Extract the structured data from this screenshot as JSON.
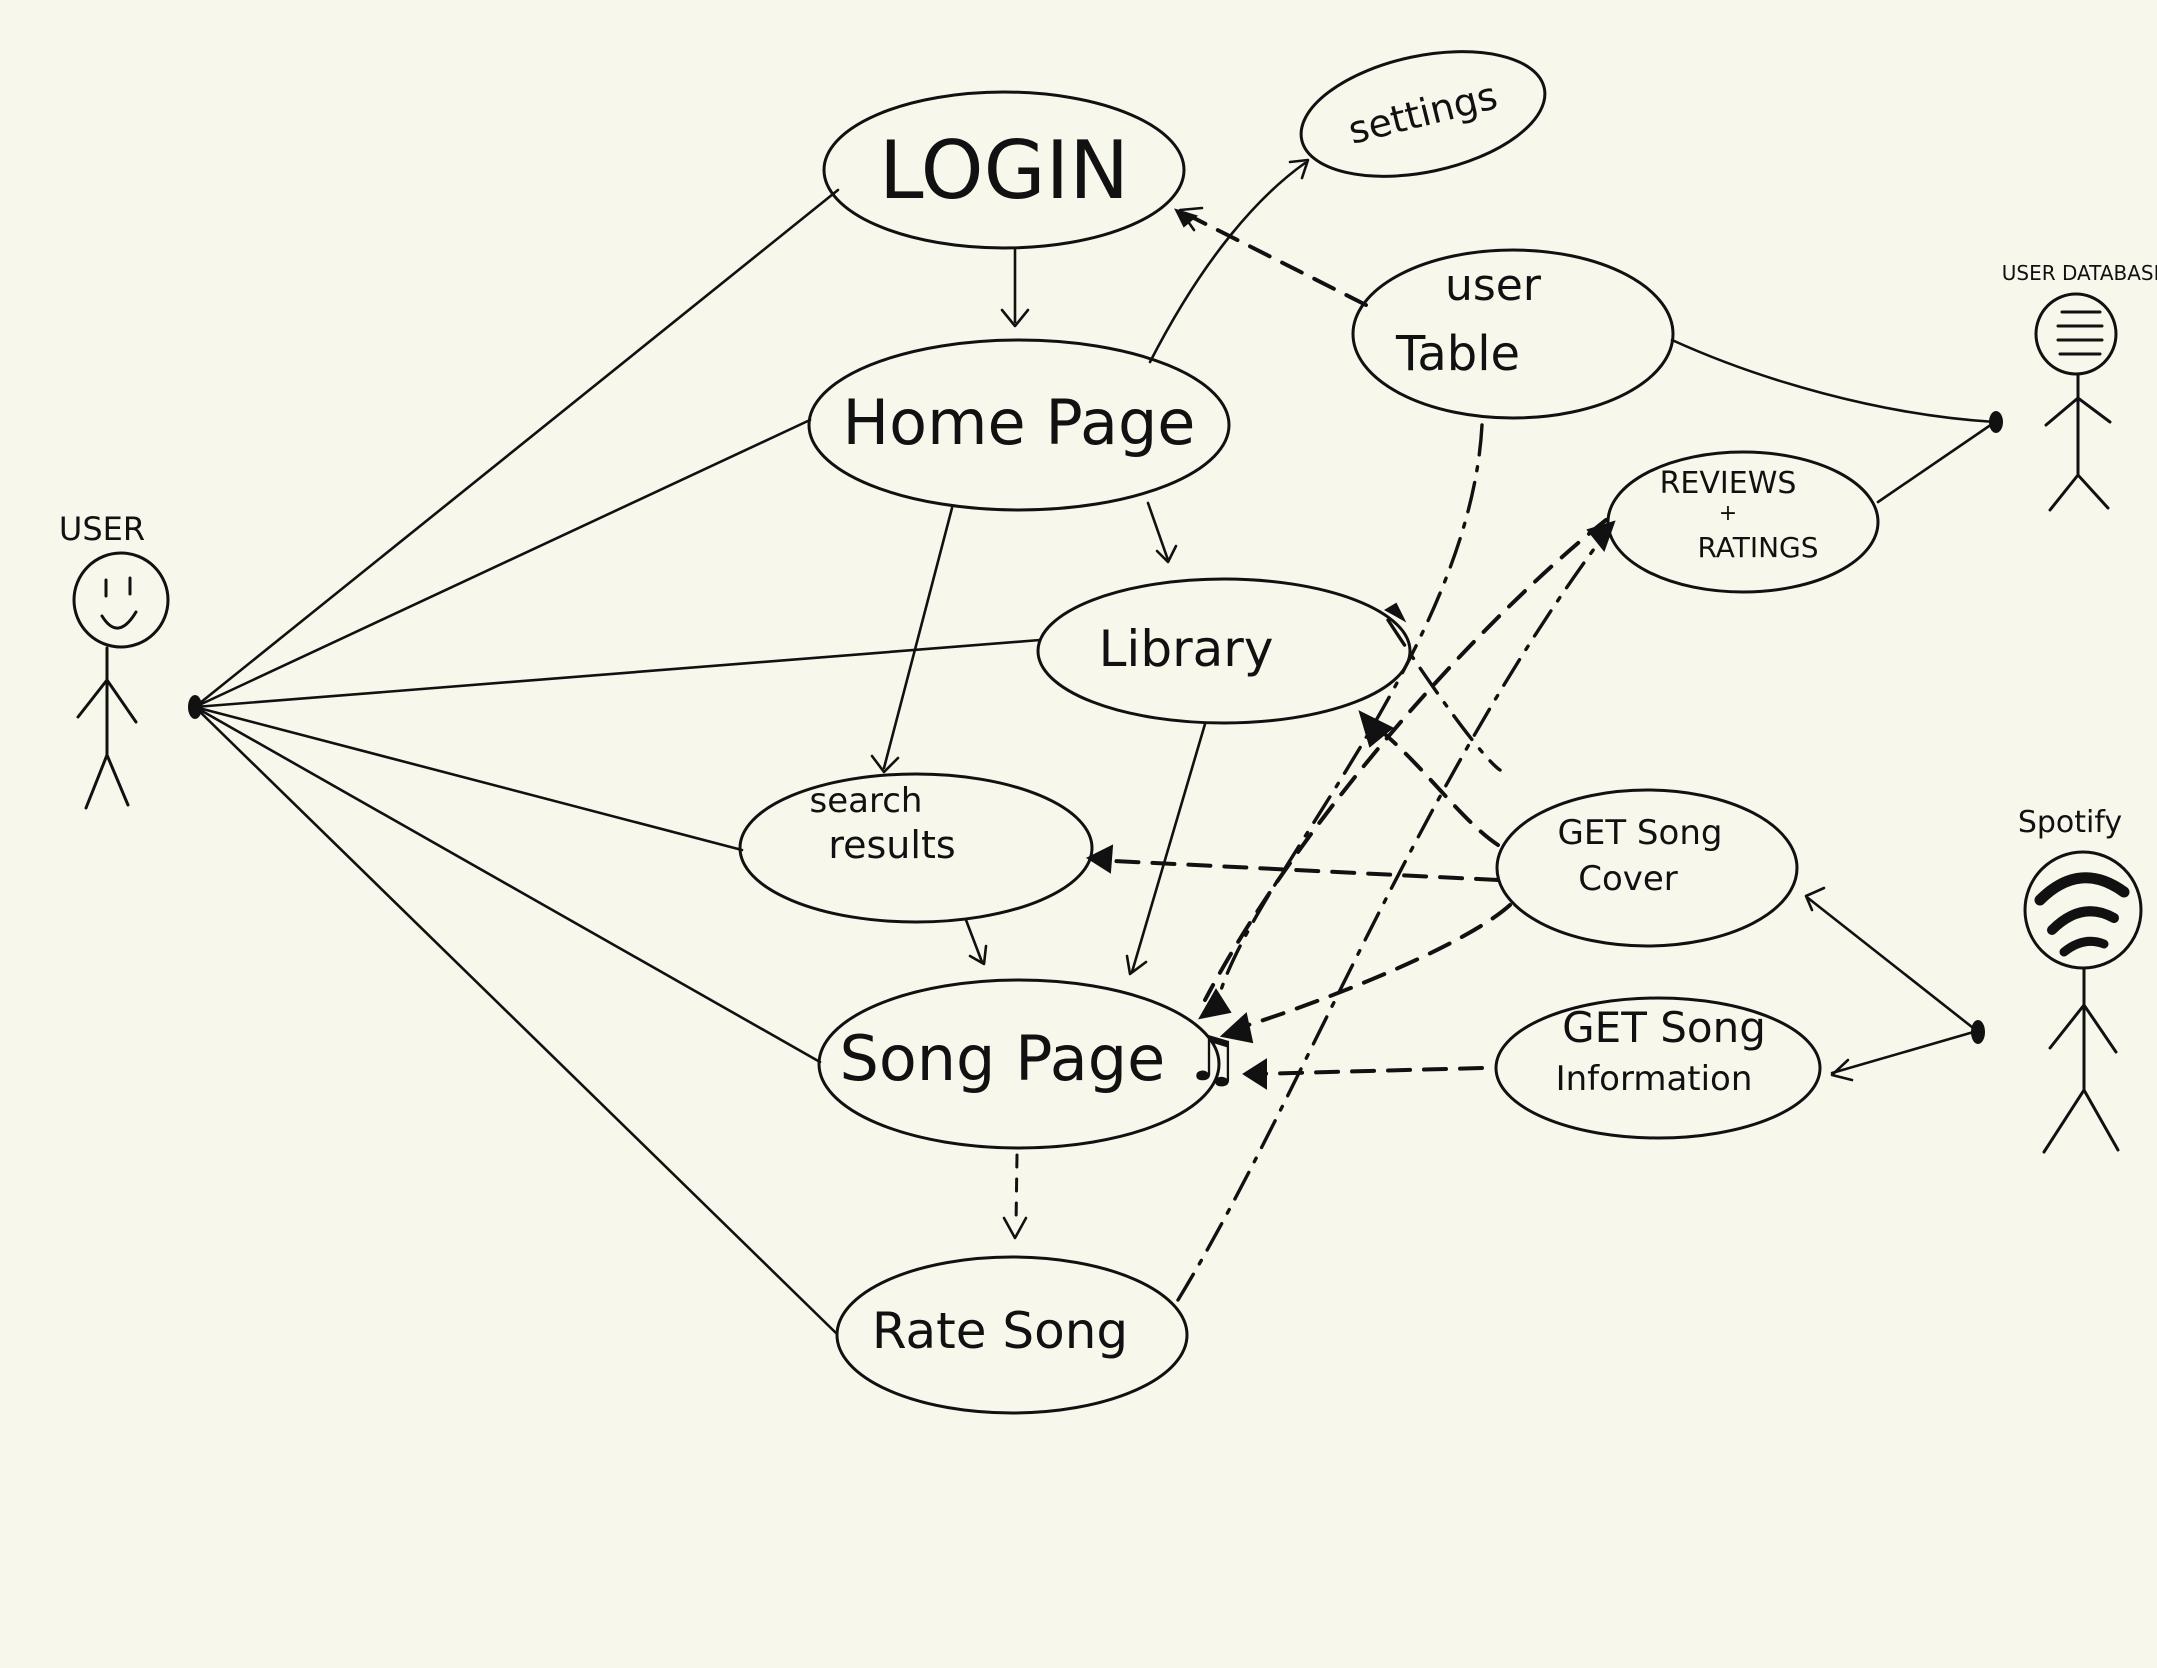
{
  "actors": {
    "user": "USER",
    "user_database": "USER DATABASE",
    "spotify": "Spotify"
  },
  "use_cases": {
    "login": "LOGIN",
    "settings": "settings",
    "home_page": "Home Page",
    "user_table": [
      "user",
      "Table"
    ],
    "reviews_ratings": [
      "REVIEWS",
      "+",
      "RATINGS"
    ],
    "library": "Library",
    "search_results": [
      "search",
      "results"
    ],
    "get_song_cover": [
      "GET Song",
      "Cover"
    ],
    "song_page": "Song Page ♫",
    "get_song_information": [
      "GET Song",
      "Information"
    ],
    "rate_song": "Rate Song"
  }
}
